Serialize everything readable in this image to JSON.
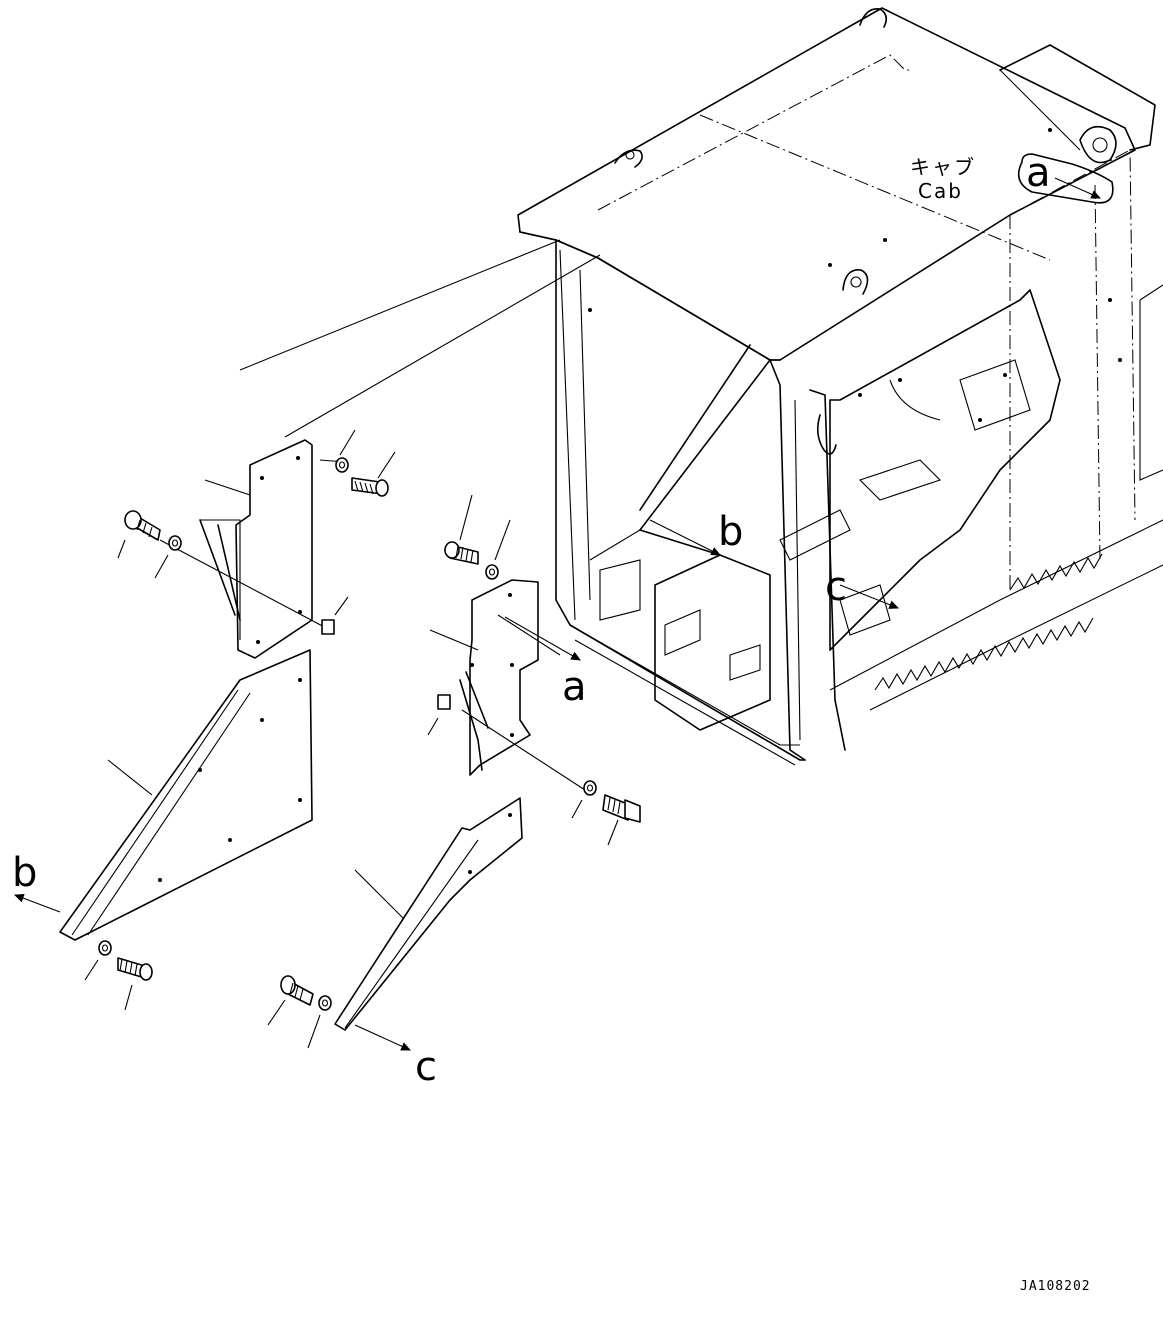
{
  "cab_label": {
    "jp": "キャブ",
    "en": "Cab"
  },
  "callouts": {
    "a_cab": "a",
    "a_part": "a",
    "b_cab": "b",
    "b_part": "b",
    "c_cab": "c",
    "c_part": "c"
  },
  "drawing_code": "JA108202"
}
